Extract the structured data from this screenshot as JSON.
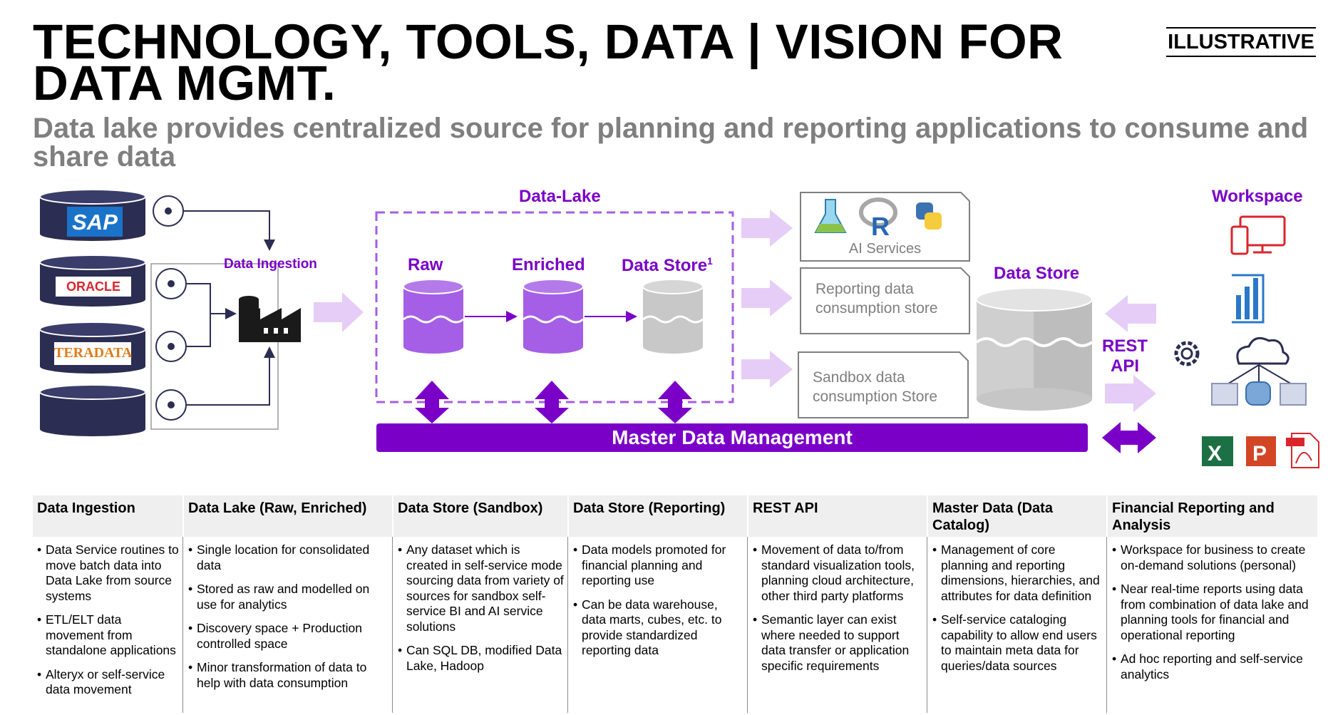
{
  "header": {
    "title": "TECHNOLOGY, TOOLS, DATA | VISION FOR DATA MGMT.",
    "tag": "ILLUSTRATIVE",
    "subtitle": "Data lake provides centralized source for planning and reporting applications to consume and share data"
  },
  "diagram": {
    "sources": [
      "SAP",
      "ORACLE",
      "TERADATA",
      ""
    ],
    "ingestion_label": "Data Ingestion",
    "lake_label": "Data-Lake",
    "raw_label": "Raw",
    "enriched_label": "Enriched",
    "datastore_label": "Data Store",
    "datastore_sup": "1",
    "ai_services": "AI Services",
    "reporting_store": "Reporting data consumption store",
    "sandbox_store": "Sandbox data consumption Store",
    "data_store_title": "Data Store",
    "rest_api": "REST API",
    "mdm": "Master Data Management",
    "workspace": "Workspace",
    "colors": {
      "purple": "#7a00c8",
      "lilac": "#a55ee6",
      "pale": "#e6cdf7",
      "navy": "#2b2d52",
      "red": "#d9262c",
      "gray": "#c8c8c8"
    }
  },
  "table": [
    {
      "header": "Data Ingestion",
      "items": [
        "Data Service routines to move batch data into Data Lake from source systems",
        "ETL/ELT data movement from standalone applications",
        "Alteryx or self-service data movement"
      ]
    },
    {
      "header": "Data Lake (Raw, Enriched)",
      "items": [
        "Single location for consolidated data",
        "Stored as raw and modelled on use for analytics",
        "Discovery space + Production controlled space",
        "Minor transformation of data to help with data consumption"
      ]
    },
    {
      "header": "Data Store (Sandbox)",
      "items": [
        "Any dataset which is created in self-service mode sourcing data from variety of sources for sandbox self-service BI and AI service solutions",
        "Can SQL DB, modified Data Lake, Hadoop"
      ]
    },
    {
      "header": "Data Store (Reporting)",
      "items": [
        "Data models promoted for financial planning and reporting use",
        "Can be data warehouse, data marts, cubes, etc. to provide standardized reporting data"
      ]
    },
    {
      "header": "REST API",
      "items": [
        "Movement of data to/from standard visualization tools, planning cloud architecture, other third party platforms",
        "Semantic layer can exist where needed to support data transfer or application specific requirements"
      ]
    },
    {
      "header": "Master Data (Data Catalog)",
      "items": [
        "Management of core planning and reporting dimensions, hierarchies, and attributes for data definition",
        "Self-service cataloging capability to allow end users to maintain meta data for queries/data sources"
      ]
    },
    {
      "header": "Financial Reporting and Analysis",
      "items": [
        "Workspace for business to create on-demand solutions (personal)",
        "Near real-time reports using data from combination of data lake and planning tools for financial and operational reporting",
        "Ad hoc reporting and self-service analytics"
      ]
    }
  ]
}
